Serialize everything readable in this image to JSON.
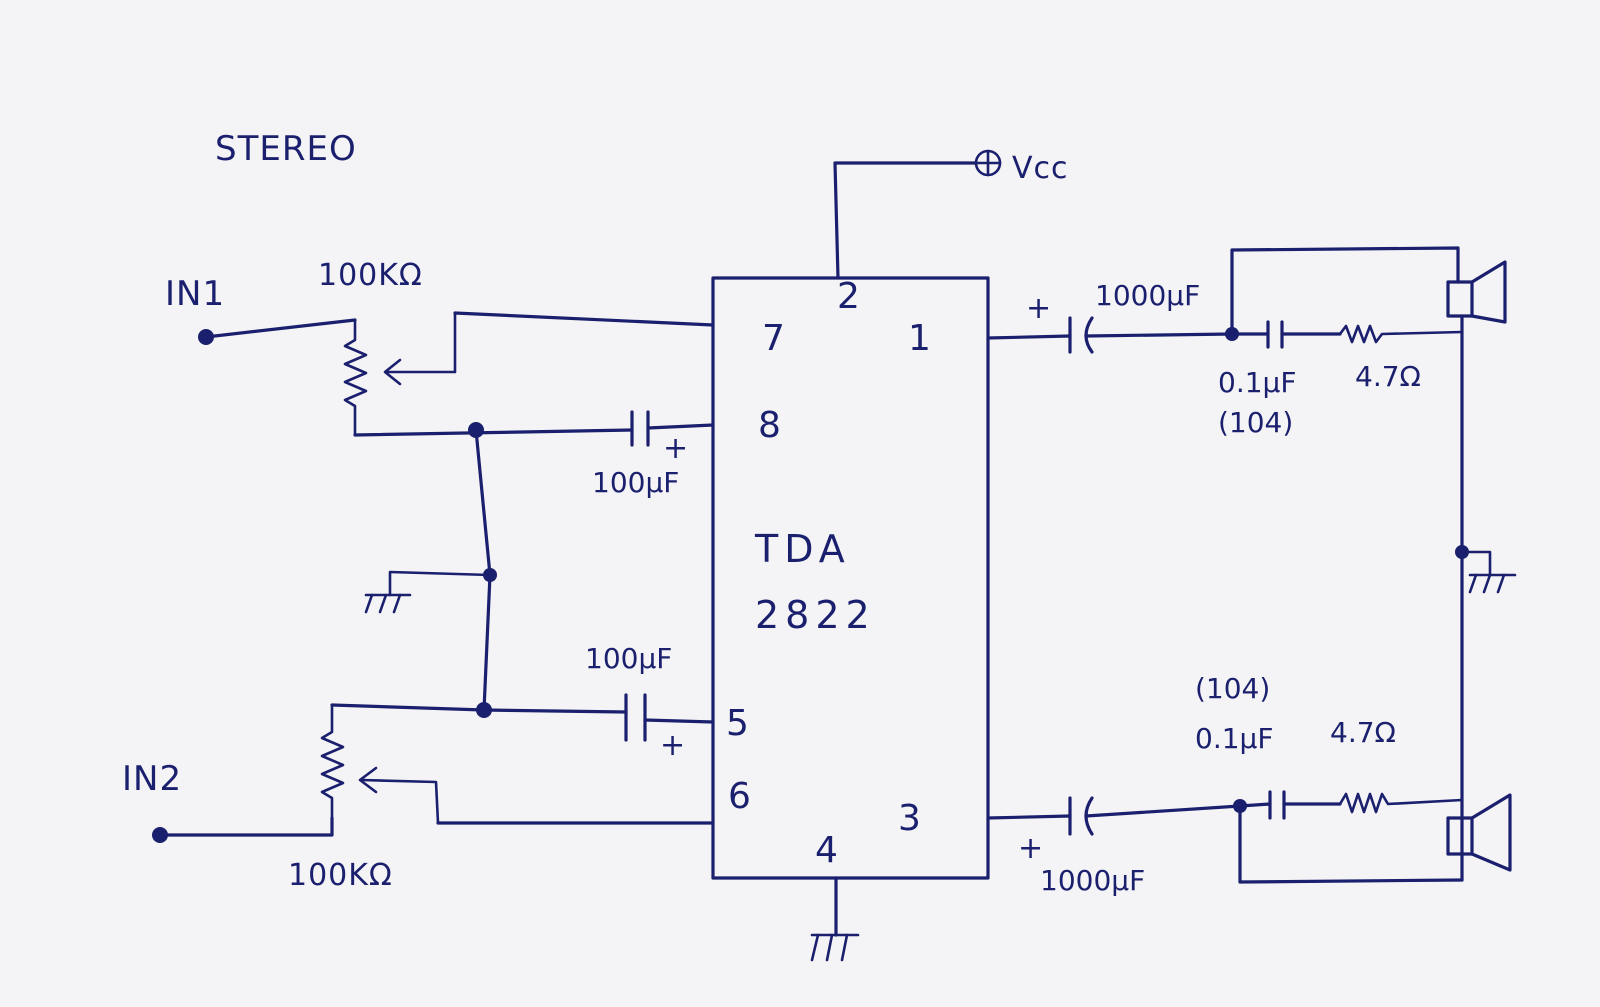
{
  "title": "STEREO",
  "ic": {
    "line1": "TDA",
    "line2": "2822"
  },
  "supply": "Vcc",
  "pins": {
    "p1": "1",
    "p2": "2",
    "p3": "3",
    "p4": "4",
    "p5": "5",
    "p6": "6",
    "p7": "7",
    "p8": "8"
  },
  "inputs": {
    "in1": "IN1",
    "in2": "IN2"
  },
  "pots": {
    "pot1": "100KΩ",
    "pot2": "100KΩ"
  },
  "input_caps": {
    "c8": "100μF",
    "c5": "100μF",
    "plus": "+"
  },
  "output_caps": {
    "c_top": "1000μF",
    "c_bottom": "1000μF",
    "plus": "+"
  },
  "zobel_top": {
    "cap": "0.1μF",
    "code": "(104)",
    "res": "4.7Ω"
  },
  "zobel_bottom": {
    "cap": "0.1μF",
    "code": "(104)",
    "res": "4.7Ω"
  }
}
